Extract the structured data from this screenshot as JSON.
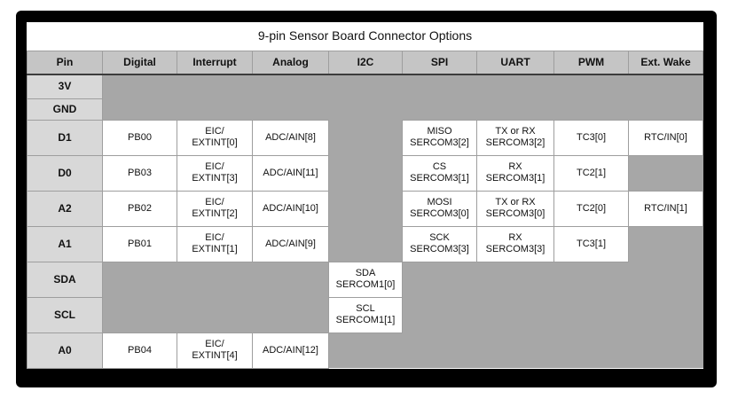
{
  "title": "9-pin Sensor Board Connector Options",
  "columns": [
    "Pin",
    "Digital",
    "Interrupt",
    "Analog",
    "I2C",
    "SPI",
    "UART",
    "PWM",
    "Ext. Wake"
  ],
  "rows": [
    {
      "pin": "3V",
      "cells": [
        "",
        "",
        "",
        "",
        "",
        "",
        "",
        ""
      ]
    },
    {
      "pin": "GND",
      "cells": [
        "",
        "",
        "",
        "",
        "",
        "",
        "",
        ""
      ]
    },
    {
      "pin": "D1",
      "cells": [
        "PB00",
        "EIC/\nEXTINT[0]",
        "ADC/AIN[8]",
        "",
        "MISO\nSERCOM3[2]",
        "TX or RX\nSERCOM3[2]",
        "TC3[0]",
        "RTC/IN[0]"
      ]
    },
    {
      "pin": "D0",
      "cells": [
        "PB03",
        "EIC/\nEXTINT[3]",
        "ADC/AIN[11]",
        "",
        "CS\nSERCOM3[1]",
        "RX\nSERCOM3[1]",
        "TC2[1]",
        ""
      ]
    },
    {
      "pin": "A2",
      "cells": [
        "PB02",
        "EIC/\nEXTINT[2]",
        "ADC/AIN[10]",
        "",
        "MOSI\nSERCOM3[0]",
        "TX or RX\nSERCOM3[0]",
        "TC2[0]",
        "RTC/IN[1]"
      ]
    },
    {
      "pin": "A1",
      "cells": [
        "PB01",
        "EIC/\nEXTINT[1]",
        "ADC/AIN[9]",
        "",
        "SCK\nSERCOM3[3]",
        "RX\nSERCOM3[3]",
        "TC3[1]",
        ""
      ]
    },
    {
      "pin": "SDA",
      "cells": [
        "",
        "",
        "",
        "SDA\nSERCOM1[0]",
        "",
        "",
        "",
        ""
      ]
    },
    {
      "pin": "SCL",
      "cells": [
        "",
        "",
        "",
        "SCL\nSERCOM1[1]",
        "",
        "",
        "",
        ""
      ]
    },
    {
      "pin": "A0",
      "cells": [
        "PB04",
        "EIC/\nEXTINT[4]",
        "ADC/AIN[12]",
        "",
        "",
        "",
        "",
        ""
      ]
    }
  ],
  "colors": {
    "page_bg": "#ffffff",
    "frame": "#000000",
    "cell_bg": "#ffffff",
    "header_bg": "#c5c5c5",
    "pin_bg": "#d8d8d8",
    "empty_bg": "#a7a7a7",
    "border": "#9e9e9e",
    "header_rule": "#3c3c3c",
    "text": "#111111"
  }
}
